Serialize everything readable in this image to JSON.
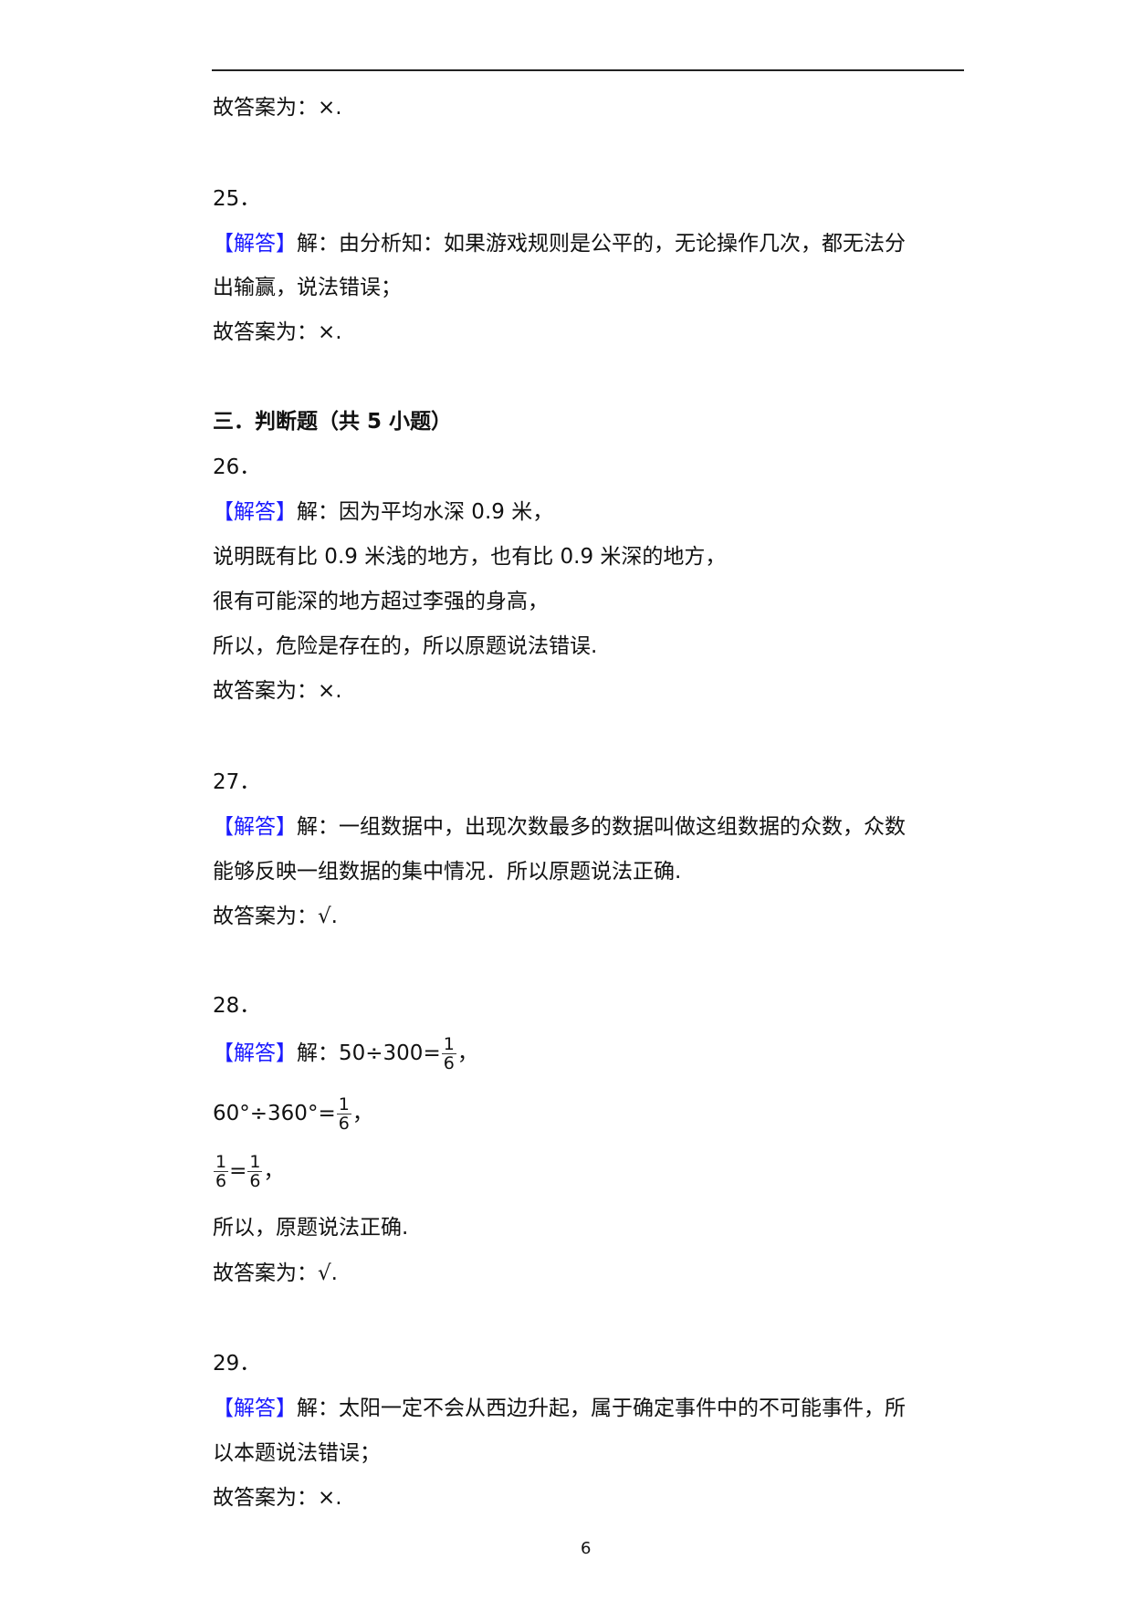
{
  "header_rule": true,
  "tag_label": "【解答】",
  "section3_title": "三．判断题（共 5 小题）",
  "q24_tail": {
    "answer": "故答案为：×."
  },
  "q25": {
    "number": "25．",
    "line1_rest": "解：由分析知：如果游戏规则是公平的，无论操作几次，都无法分",
    "line2": "出输赢，说法错误；",
    "answer": "故答案为：×."
  },
  "q26": {
    "number": "26．",
    "line1_rest": "解：因为平均水深 0.9 米，",
    "line2": "说明既有比 0.9 米浅的地方，也有比 0.9 米深的地方，",
    "line3": "很有可能深的地方超过李强的身高，",
    "line4": "所以，危险是存在的，所以原题说法错误.",
    "answer": "故答案为：×."
  },
  "q27": {
    "number": "27．",
    "line1_rest": "解：一组数据中，出现次数最多的数据叫做这组数据的众数，众数",
    "line2": "能够反映一组数据的集中情况．所以原题说法正确.",
    "answer": "故答案为：√."
  },
  "q28": {
    "number": "28．",
    "line1_rest": "解：50÷300=",
    "eq2_left": "60°÷360°=",
    "frac": {
      "num": "1",
      "den": "6"
    },
    "eq3_mid": "=",
    "comma": "，",
    "line4": "所以，原题说法正确.",
    "answer": "故答案为：√."
  },
  "q29": {
    "number": "29．",
    "line1_rest": "解：太阳一定不会从西边升起，属于确定事件中的不可能事件，所",
    "line2": "以本题说法错误；",
    "answer": "故答案为：×."
  },
  "page_number": "6"
}
